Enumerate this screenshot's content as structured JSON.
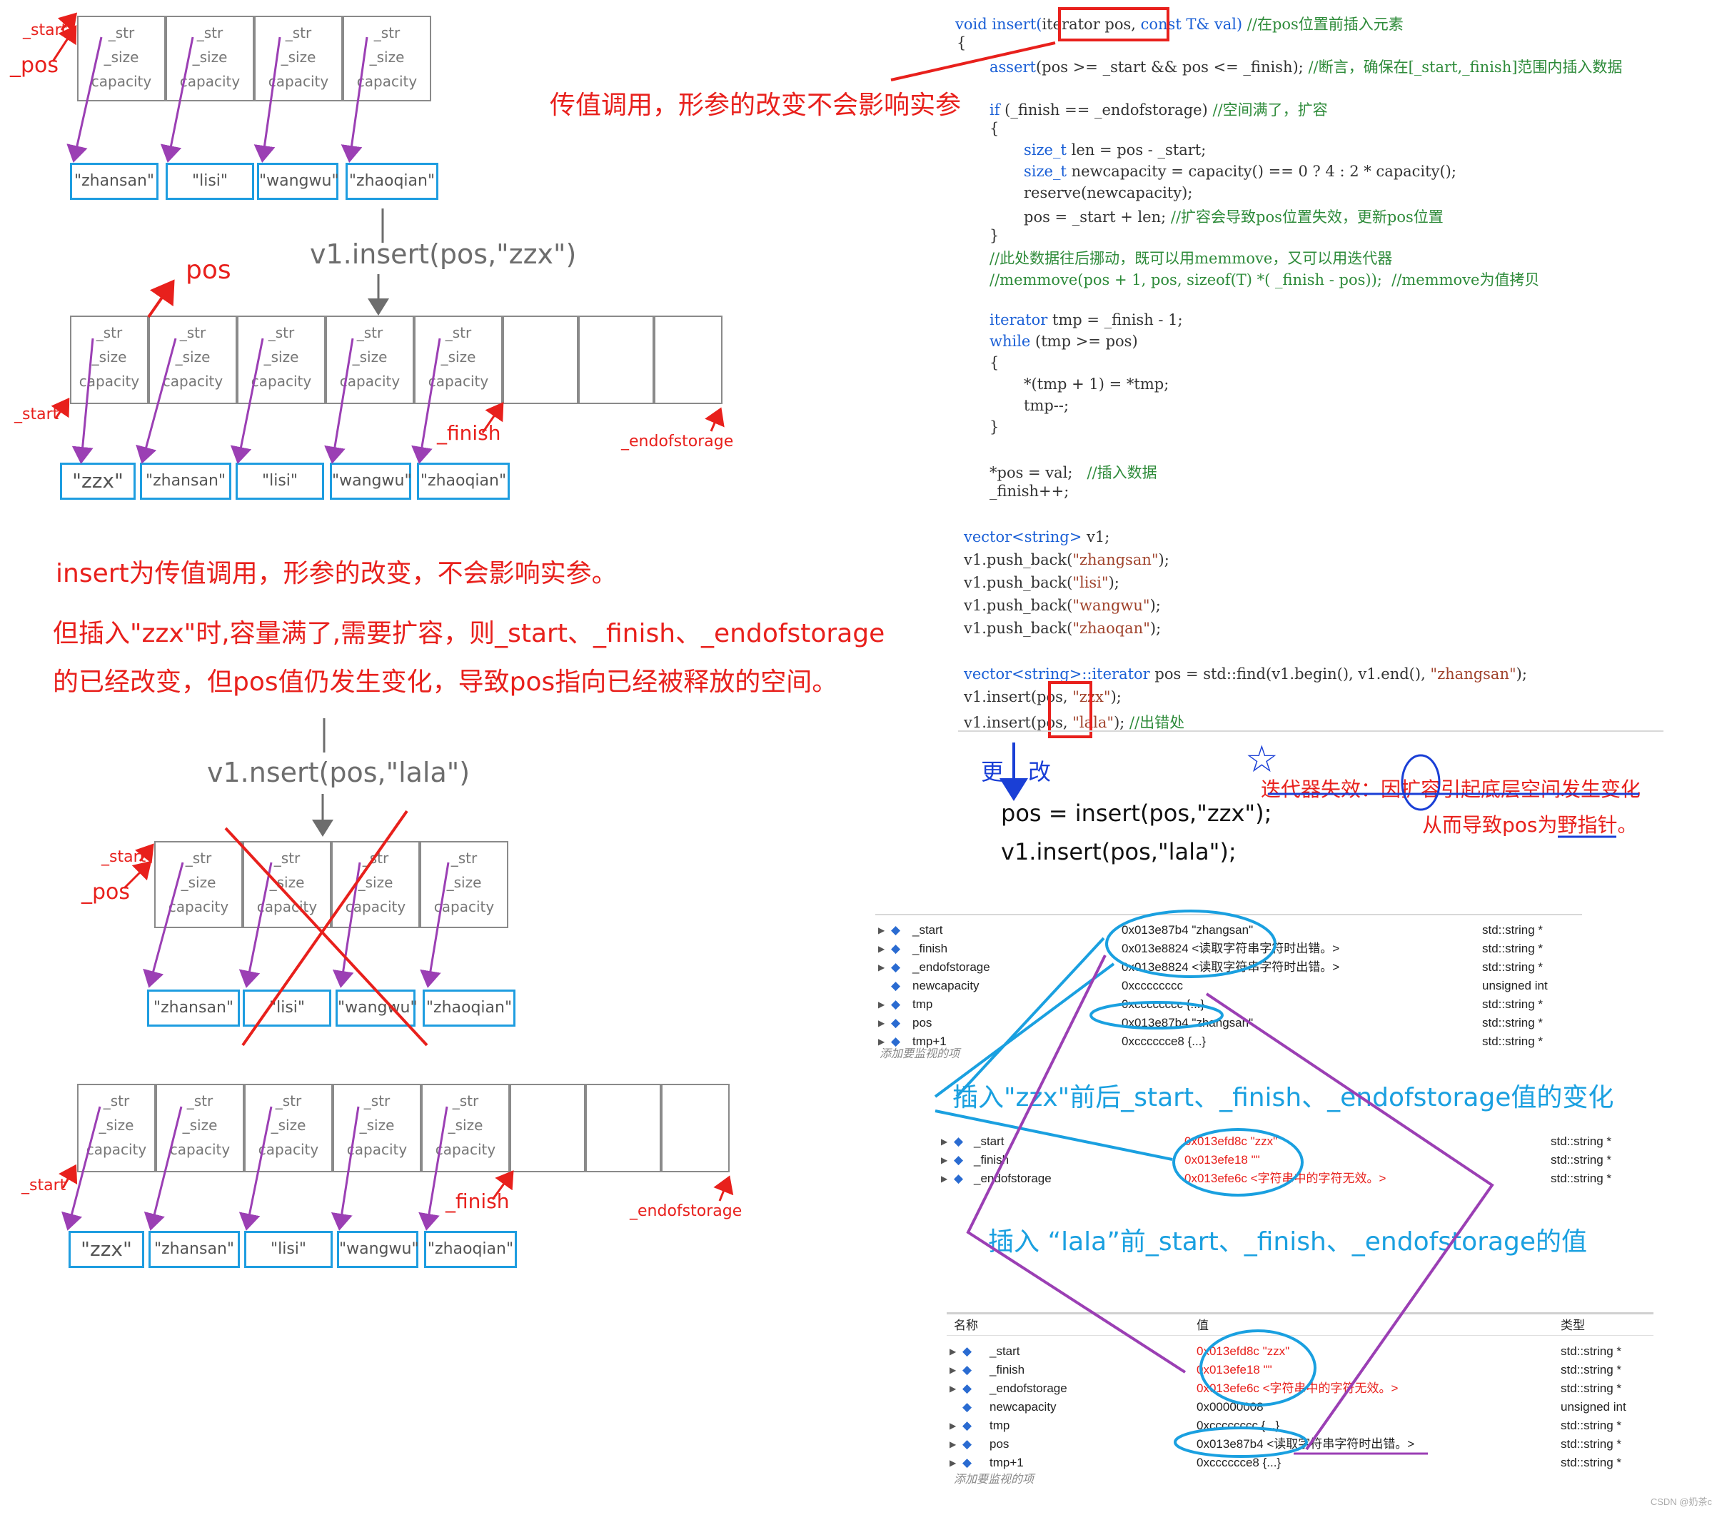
{
  "cell_labels": {
    "str": "_str",
    "size": "_size",
    "capacity": "capacity"
  },
  "strings": {
    "zhangsan": "\"zhansan\"",
    "lisi": "\"lisi\"",
    "wangwu": "\"wangwu\"",
    "zhaoqian": "\"zhaoqian\"",
    "zzx": "\"zzx\""
  },
  "labels": {
    "start": "_start",
    "pos": "_pos",
    "pos2": "pos",
    "finish": "_finish",
    "endofstorage": "_endofstorage"
  },
  "diagram": {
    "call1": "v1.insert(pos,\"zzx\")",
    "call2": "v1.nsert(pos,\"lala\")",
    "note_value_call": "传值调用，形参的改变不会影响实参",
    "explain1": "insert为传值调用，形参的改变，不会影响实参。",
    "explain2": "但插入\"zzx\"时,容量满了,需要扩容，则_start、_finish、_endofstorage",
    "explain3": "的已经改变，但pos值仍发生变化，导致pos指向已经被释放的空间。"
  },
  "code": {
    "l1a": "void insert(",
    "l1b": "iterator pos,",
    "l1c": " const T& val) ",
    "l1d": "//在pos位置前插入元素",
    "l2": "{",
    "l3a": "assert",
    "l3b": "(pos >= _start && pos <= _finish); ",
    "l3c": "//断言，确保在[_start,_finish]范围内插入数据",
    "l4a": "if",
    "l4b": " (_finish == _endofstorage) ",
    "l4c": "//空间满了，扩容",
    "l5": "{",
    "l6a": "size_t",
    "l6b": " len = pos - _start;",
    "l7a": "size_t",
    "l7b": " newcapacity = capacity() == 0 ? 4 : 2 * capacity();",
    "l8": "reserve(newcapacity);",
    "l9a": "pos = _start + len; ",
    "l9b": "//扩容会导致pos位置失效，更新pos位置",
    "l10": "}",
    "l11": "//此处数据往后挪动，既可以用memmove，又可以用迭代器",
    "l12": "//memmove(pos + 1, pos, sizeof(T) *( _finish - pos));  //memmove为值拷贝",
    "l13a": "iterator",
    "l13b": " tmp = _finish - 1;",
    "l14a": "while",
    "l14b": " (tmp >= pos)",
    "l15": "{",
    "l16": "*(tmp + 1) = *tmp;",
    "l17": "tmp--;",
    "l18": "}",
    "l19a": "*pos = val;   ",
    "l19b": "//插入数据",
    "l20": "_finish++;",
    "m1a": "vector<string>",
    "m1b": " v1;",
    "m2a": "v1.push_back(",
    "m2b": "\"zhangsan\"",
    "m2c": ");",
    "m3a": "v1.push_back(",
    "m3b": "\"lisi\"",
    "m3c": ");",
    "m4a": "v1.push_back(",
    "m4b": "\"wangwu\"",
    "m4c": ");",
    "m5a": "v1.push_back(",
    "m5b": "\"zhaoqan\"",
    "m5c": ");",
    "m6a": "vector<string>",
    "m6b": "::iterator",
    "m6c": " pos = std::find(v1.begin(), v1.end(), ",
    "m6d": "\"zhangsan\"",
    "m6e": ");",
    "m7a": "v1.insert(",
    "m7b": "pos,",
    "m7c": " ",
    "m7d": "\"zzx\"",
    "m7e": ");",
    "m8a": "v1.insert(",
    "m8b": "pos,",
    "m8c": " ",
    "m8d": "\"lala\"",
    "m8e": "); ",
    "m8f": "//出错处"
  },
  "fix": {
    "gen": "更",
    "gai": "改",
    "line1": "pos = insert(pos,\"zzx\");",
    "line2": "v1.insert(pos,\"lala\");",
    "star": "☆",
    "note1": "迭代器失效：因扩容引起底层空间发生变化",
    "note2": "从而导致pos为野指针。"
  },
  "watch1": {
    "rows": [
      {
        "name": "_start",
        "value": "0x013e87b4 \"zhangsan\"",
        "type": "std::string *"
      },
      {
        "name": "_finish",
        "value": "0x013e8824 <读取字符串字符时出错。>",
        "type": "std::string *"
      },
      {
        "name": "_endofstorage",
        "value": "0x013e8824 <读取字符串字符时出错。>",
        "type": "std::string *"
      },
      {
        "name": "newcapacity",
        "value": "0xcccccccc",
        "type": "unsigned int"
      },
      {
        "name": "tmp",
        "value": "0xcccccccc {...}",
        "type": "std::string *"
      },
      {
        "name": "pos",
        "value": "0x013e87b4 \"zhangsan\"",
        "type": "std::string *"
      },
      {
        "name": "tmp+1",
        "value": "0xcccccce8 {...}",
        "type": "std::string *"
      }
    ],
    "add": "添加要监视的项"
  },
  "caption1": "插入\"zzx\"前后_start、_finish、_endofstorage值的变化",
  "watch2": {
    "rows": [
      {
        "name": "_start",
        "value": "0x013efd8c \"zzx\"",
        "type": "std::string *"
      },
      {
        "name": "_finish",
        "value": "0x013efe18 \"\"",
        "type": "std::string *"
      },
      {
        "name": "_endofstorage",
        "value": "0x013efe6c <字符串中的字符无效。>",
        "type": "std::string *"
      }
    ]
  },
  "caption2": "插入 “lala”前_start、_finish、_endofstorage的值",
  "watch3": {
    "headers": {
      "name": "名称",
      "value": "值",
      "type": "类型"
    },
    "rows": [
      {
        "name": "_start",
        "value": "0x013efd8c \"zzx\"",
        "type": "std::string *"
      },
      {
        "name": "_finish",
        "value": "0x013efe18 \"\"",
        "type": "std::string *"
      },
      {
        "name": "_endofstorage",
        "value": "0x013efe6c <字符串中的字符无效。>",
        "type": "std::string *"
      },
      {
        "name": "newcapacity",
        "value": "0x00000008",
        "type": "unsigned int"
      },
      {
        "name": "tmp",
        "value": "0xcccccccc {...}",
        "type": "std::string *"
      },
      {
        "name": "pos",
        "value": "0x013e87b4 <读取字符串字符时出错。>",
        "type": "std::string *"
      },
      {
        "name": "tmp+1",
        "value": "0xcccccce8 {...}",
        "type": "std::string *"
      }
    ],
    "add": "添加要监视的项"
  },
  "watermark": "CSDN @奶茶c"
}
